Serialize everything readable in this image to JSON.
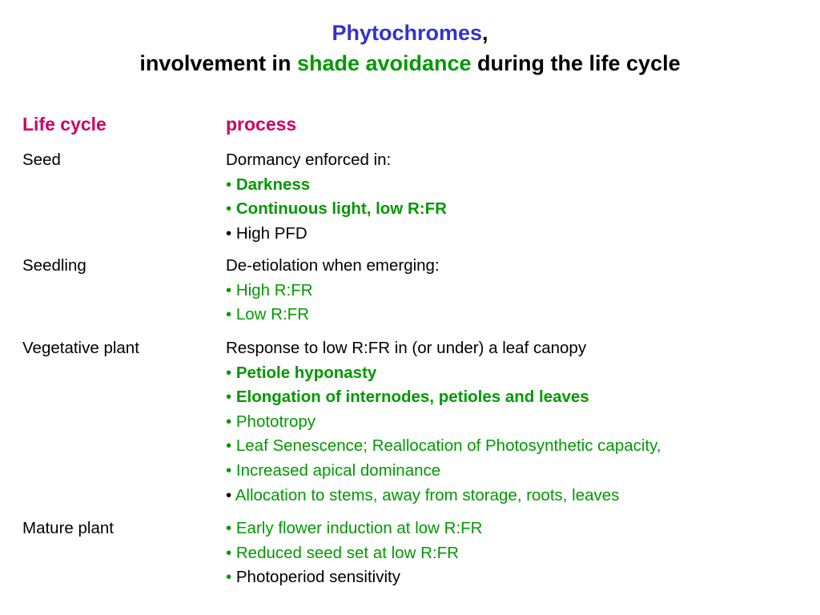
{
  "title": {
    "line1_main": "Phytochromes",
    "line1_tail": ",",
    "line2_pre": "involvement in ",
    "line2_highlight": "shade avoidance",
    "line2_post": " during the life cycle"
  },
  "table": {
    "header": {
      "col1": "Life cycle",
      "col2": "process"
    },
    "rows": [
      {
        "stage": "Seed",
        "lines": [
          {
            "bullet": "",
            "text": "Dormancy enforced in:",
            "bullet_color": "black",
            "text_color": "black",
            "bold": false
          },
          {
            "bullet": "• ",
            "text": "Darkness",
            "bullet_color": "green",
            "text_color": "green",
            "bold": true
          },
          {
            "bullet": "• ",
            "text": "Continuous light, low R:FR",
            "bullet_color": "green",
            "text_color": "green",
            "bold": true
          },
          {
            "bullet": "• ",
            "text": "High PFD",
            "bullet_color": "black",
            "text_color": "black",
            "bold": false
          }
        ]
      },
      {
        "stage": "Seedling",
        "lines": [
          {
            "bullet": "",
            "text": "De-etiolation when emerging:",
            "bullet_color": "black",
            "text_color": "black",
            "bold": false
          },
          {
            "bullet": "• ",
            "text": "High R:FR",
            "bullet_color": "green",
            "text_color": "green",
            "bold": false
          },
          {
            "bullet": "• ",
            "text": "Low R:FR",
            "bullet_color": "green",
            "text_color": "green",
            "bold": false
          }
        ]
      },
      {
        "stage": "Vegetative plant",
        "lines": [
          {
            "bullet": "",
            "text": "Response to low R:FR in (or under) a leaf canopy",
            "bullet_color": "black",
            "text_color": "black",
            "bold": false
          },
          {
            "bullet": "• ",
            "text": "Petiole hyponasty",
            "bullet_color": "green",
            "text_color": "green",
            "bold": true
          },
          {
            "bullet": "• ",
            "text": "Elongation of internodes, petioles and leaves",
            "bullet_color": "green",
            "text_color": "green",
            "bold": true
          },
          {
            "bullet": "• ",
            "text": "Phototropy",
            "bullet_color": "green",
            "text_color": "green",
            "bold": false
          },
          {
            "bullet": "• ",
            "text": "Leaf Senescence; Reallocation of Photosynthetic capacity,",
            "bullet_color": "green",
            "text_color": "green",
            "bold": false
          },
          {
            "bullet": "• ",
            "text": "Increased apical dominance",
            "bullet_color": "green",
            "text_color": "green",
            "bold": false
          },
          {
            "bullet": "• ",
            "text": "Allocation to stems, away from storage, roots, leaves",
            "bullet_color": "black",
            "text_color": "green",
            "bold": false
          }
        ]
      },
      {
        "stage": "Mature plant",
        "lines": [
          {
            "bullet": "• ",
            "text": "Early flower induction at low R:FR",
            "bullet_color": "green",
            "text_color": "green",
            "bold": false
          },
          {
            "bullet": "• ",
            "text": "Reduced seed set at low R:FR",
            "bullet_color": "green",
            "text_color": "green",
            "bold": false
          },
          {
            "bullet": "• ",
            "text": "Photoperiod sensitivity",
            "bullet_color": "green",
            "text_color": "black",
            "bold": false
          }
        ]
      }
    ]
  }
}
